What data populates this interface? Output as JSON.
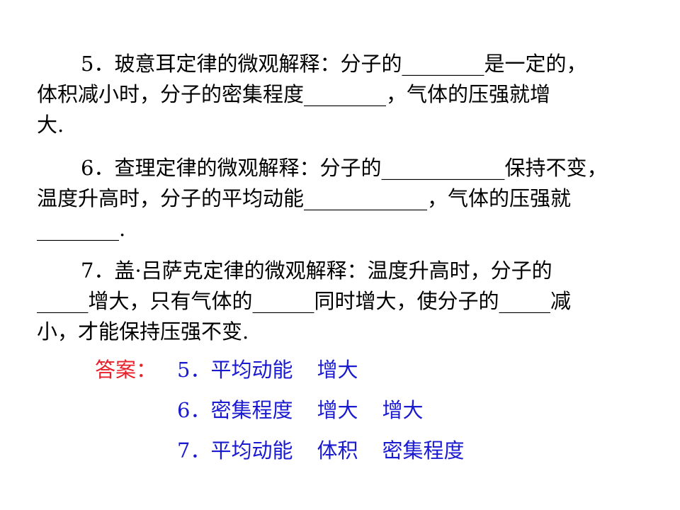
{
  "questions": {
    "q5": {
      "line1": "5．玻意耳定律的微观解释：分子的________是一定的，",
      "line2": "体积减小时，分子的密集程度________，气体的压强就增",
      "line3": "大."
    },
    "q6": {
      "line1": "6．查理定律的微观解释：分子的____________保持不变，",
      "line2": "温度升高时，分子的平均动能____________，气体的压强就",
      "line3": "________."
    },
    "q7": {
      "line1": "7．盖·吕萨克定律的微观解释：温度升高时，分子的",
      "line2": "_____增大，只有气体的______同时增大，使分子的_____减",
      "line3": "小，才能保持压强不变."
    }
  },
  "answers": {
    "label": "答案：",
    "a5": {
      "num": "5．",
      "items": [
        "平均动能",
        "增大"
      ]
    },
    "a6": {
      "num": "6．",
      "items": [
        "密集程度",
        "增大",
        "增大"
      ]
    },
    "a7": {
      "num": "7．",
      "items": [
        "平均动能",
        "体积",
        "密集程度"
      ]
    }
  },
  "colors": {
    "text": "#000000",
    "answer_label": "#e8202a",
    "answer_text": "#1a1ad0"
  }
}
